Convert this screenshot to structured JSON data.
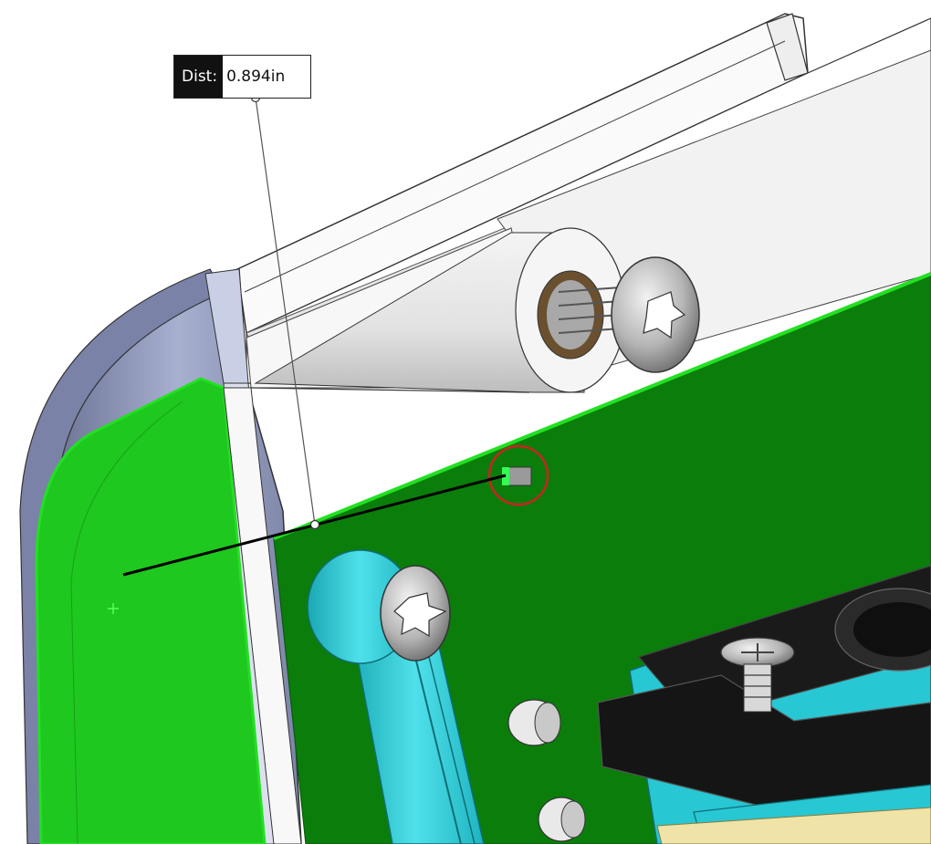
{
  "measurement": {
    "label": "Dist:",
    "value": "0.894in"
  },
  "colors": {
    "pcb_green": "#0b7d0b",
    "pcb_edge_green": "#22e022",
    "bright_green_face": "#1ec81e",
    "cyan_bracket": "#27c7d3",
    "enclosure_gray": "#9aa3c4",
    "callout_black": "#111111",
    "highlight_red": "#cc2222"
  },
  "icons": [
    "screw-head-icon",
    "origin-cross-icon",
    "red-highlight-circle"
  ]
}
